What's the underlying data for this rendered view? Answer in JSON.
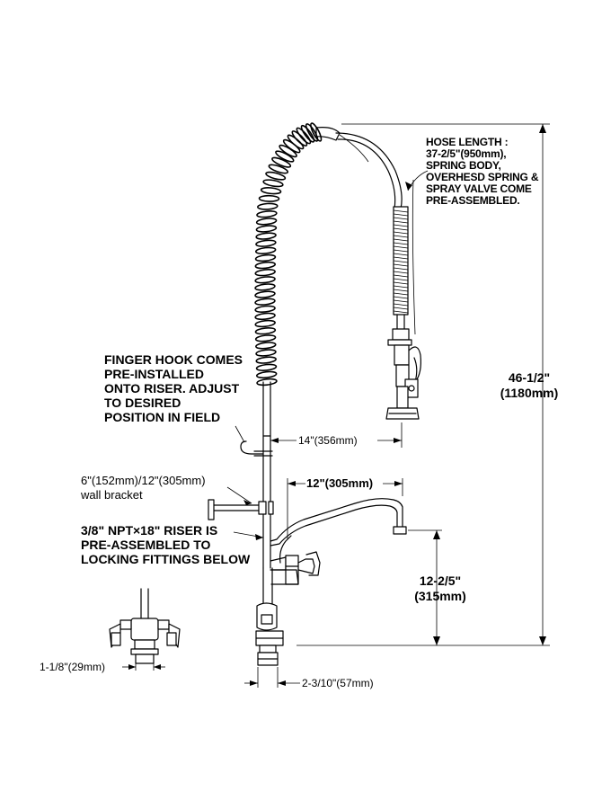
{
  "notes": {
    "hose_length": [
      "HOSE LENGTH :",
      "37-2/5\"(950mm),",
      "SPRING BODY,",
      "OVERHESD SPRING &",
      "SPRAY VALVE COME",
      "PRE-ASSEMBLED."
    ],
    "finger_hook": [
      "FINGER HOOK COMES",
      "PRE-INSTALLED",
      "ONTO RISER. ADJUST",
      "TO DESIRED",
      "POSITION IN FIELD"
    ],
    "wall_bracket": [
      "6\"(152mm)/12\"(305mm)",
      "wall bracket"
    ],
    "riser": [
      "3/8\" NPT×18\" RISER IS",
      "PRE-ASSEMBLED TO",
      "LOCKING FITTINGS BELOW"
    ]
  },
  "dimensions": {
    "total_height": [
      "46-1/2\"",
      "(1180mm)"
    ],
    "faucet_height": [
      "12-2/5\"",
      "(315mm)"
    ],
    "spray_reach": "14\"(356mm)",
    "spout_reach": "12\"(305mm)",
    "inlet_size": "1-1/8\"(29mm)",
    "base_size": "2-3/10\"(57mm)"
  }
}
